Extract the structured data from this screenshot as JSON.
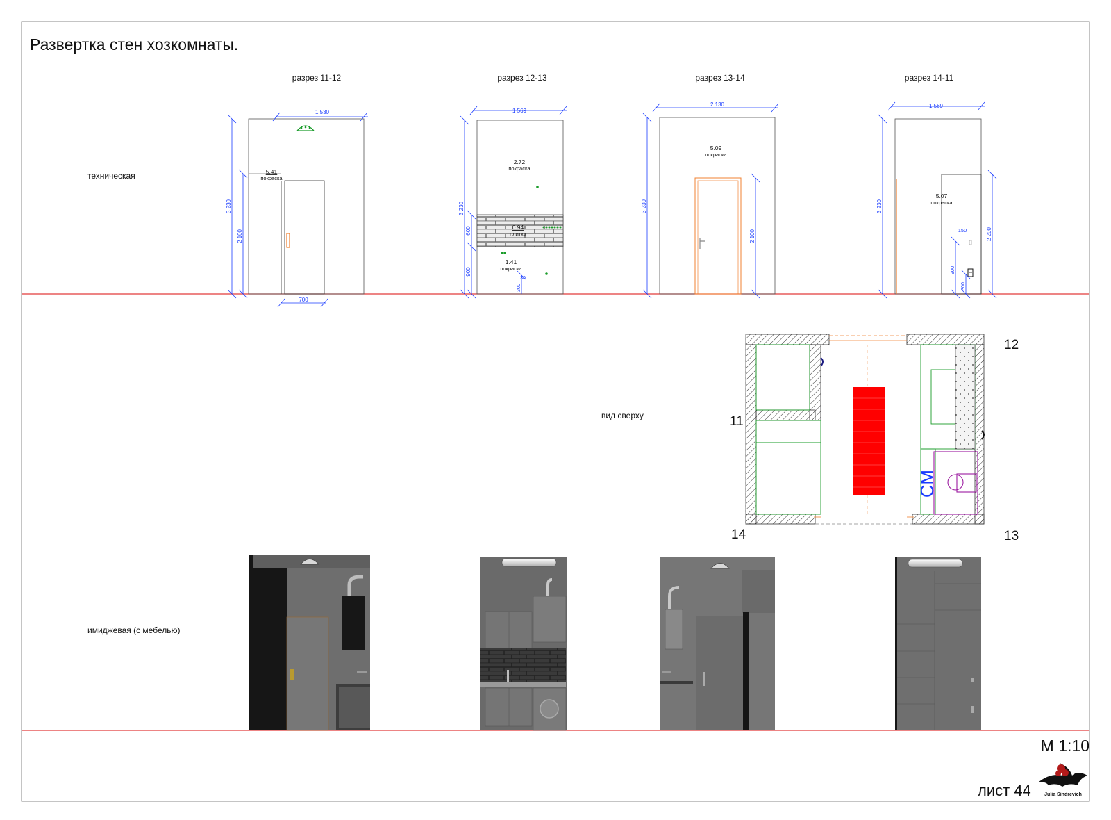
{
  "title": "Развертка стен хозкомнаты.",
  "rows": {
    "technical": "техническая",
    "top_view": "вид сверху",
    "image": "имиджевая (с мебелью)"
  },
  "sections": [
    {
      "label": "разрез 11-12",
      "width_dim": "1 530",
      "height_dim": "3 230",
      "door_height_dim": "2 100",
      "door_width_dim": "700",
      "area": "5.41",
      "finish": "покраска"
    },
    {
      "label": "разрез 12-13",
      "width_dim": "1 569",
      "height_dim": "3 230",
      "tile_height_dim": "600",
      "low_dim": "900",
      "socket_dim": "300",
      "upper_area": "2.72",
      "upper_finish": "покраска",
      "tile_area": "0.94",
      "tile_finish": "плитка",
      "lower_area": "1.41",
      "lower_finish": "покраска",
      "socket_label": "30"
    },
    {
      "label": "разрез 13-14",
      "width_dim": "2 130",
      "height_dim": "3 230",
      "door_height_dim": "2 100",
      "area": "5.09",
      "finish": "покраска"
    },
    {
      "label": "разрез 14-11",
      "width_dim": "1 569",
      "height_dim": "3 230",
      "door_height_dim": "2 200",
      "switch_dim": "150",
      "socket_height_dim": "900",
      "socket_low_dim": "300",
      "area": "5.07",
      "finish": "покраска"
    }
  ],
  "plan": {
    "corner_12": "12",
    "corner_11": "11",
    "corner_14": "14",
    "corner_13": "13",
    "washer_label": "СМ"
  },
  "scale": "M 1:10",
  "sheet_number": "лист 44",
  "logo_text": "Julia Sindrevich",
  "colors": {
    "dimension": "#1a3cff",
    "floor_line": "#e23b3b",
    "door": "#f08030",
    "furniture": "#1a9c2a",
    "washer": "#9c1aa0",
    "radiator": "#ff0000",
    "render_bg": "#6e6e6e"
  }
}
